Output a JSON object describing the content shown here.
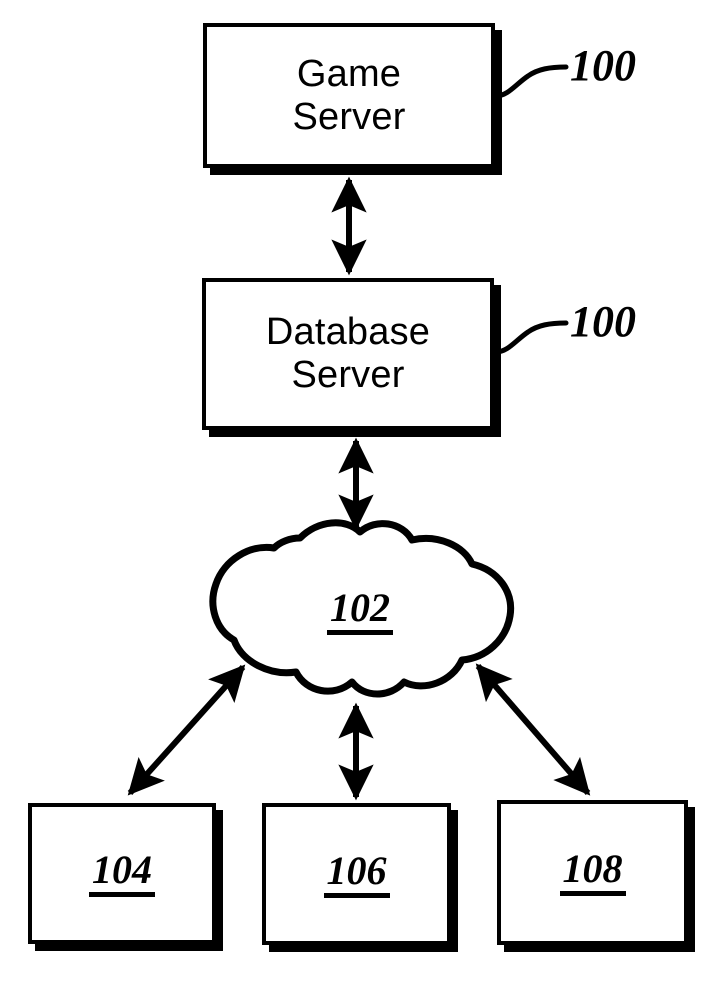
{
  "figure": {
    "type": "network-architecture-block-diagram",
    "background_color": "#ffffff",
    "line_color": "#000000"
  },
  "nodes": {
    "game_server": {
      "label": "Game\nServer",
      "reference_number": "100",
      "shape": "rectangle-with-drop-shadow"
    },
    "database_server": {
      "label": "Database\nServer",
      "reference_number": "100",
      "shape": "rectangle-with-drop-shadow"
    },
    "network_cloud": {
      "label": "102",
      "shape": "cloud"
    },
    "client_104": {
      "label": "104",
      "shape": "rectangle-with-drop-shadow"
    },
    "client_106": {
      "label": "106",
      "shape": "rectangle-with-drop-shadow"
    },
    "client_108": {
      "label": "108",
      "shape": "rectangle-with-drop-shadow"
    }
  },
  "connections": [
    {
      "name": "game-server-to-database-server",
      "from": "game_server",
      "to": "database_server",
      "style": "double-headed-vertical-arrow"
    },
    {
      "name": "database-server-to-network-cloud",
      "from": "database_server",
      "to": "network_cloud",
      "style": "double-headed-vertical-arrow"
    },
    {
      "name": "network-cloud-to-client-104",
      "from": "network_cloud",
      "to": "client_104",
      "style": "double-headed-diagonal-arrow"
    },
    {
      "name": "network-cloud-to-client-106",
      "from": "network_cloud",
      "to": "client_106",
      "style": "double-headed-vertical-arrow"
    },
    {
      "name": "network-cloud-to-client-108",
      "from": "network_cloud",
      "to": "client_108",
      "style": "double-headed-diagonal-arrow"
    }
  ]
}
